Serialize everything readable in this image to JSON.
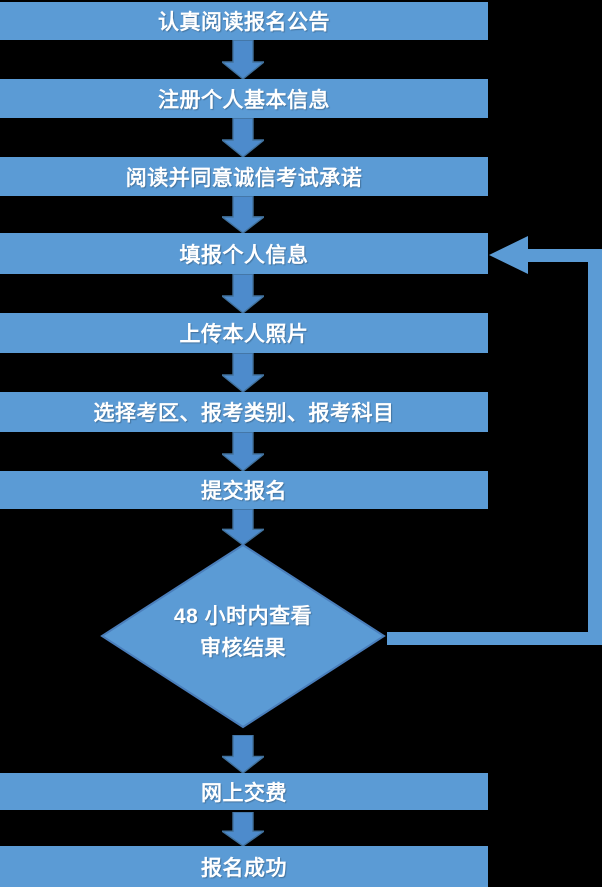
{
  "colors": {
    "background": "#000000",
    "shape_blue": "#5B9BD5",
    "arrow_fill": "#4D8BCC",
    "arrow_border": "#41719C",
    "diamond_border": "#4A7EBB",
    "text": "#FFFFFF"
  },
  "flow": {
    "steps": [
      {
        "label": "认真阅读报名公告"
      },
      {
        "label": "注册个人基本信息"
      },
      {
        "label": "阅读并同意诚信考试承诺"
      },
      {
        "label": "填报个人信息"
      },
      {
        "label": "上传本人照片"
      },
      {
        "label": "选择考区、报考类别、报考科目"
      },
      {
        "label": "提交报名"
      },
      {
        "label": "网上交费"
      },
      {
        "label": "报名成功"
      }
    ],
    "decision": {
      "line1": "48 小时内查看",
      "line2": "审核结果"
    }
  }
}
